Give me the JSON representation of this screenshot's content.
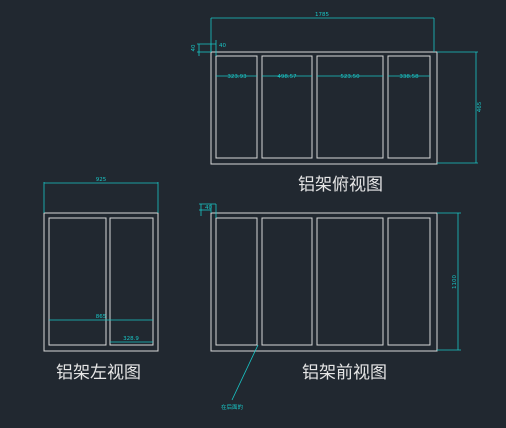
{
  "colors": {
    "background": "#212830",
    "frame": "#d8d8d8",
    "dimension": "#19c6c6",
    "title": "#e6e6e6"
  },
  "top_view": {
    "title": "铝架俯视图",
    "overall_width": "1785",
    "depth": "465",
    "offset_vertical": "40",
    "offset_horizontal": "40",
    "bay_widths": [
      "323.93",
      "498.57",
      "523.50",
      "338.58"
    ]
  },
  "front_view": {
    "title": "铝架前视图",
    "height": "1100",
    "offset": "40",
    "note": "在后面的"
  },
  "left_view": {
    "title": "铝架左视图",
    "overall_width": "925",
    "inner_width": "865",
    "bay_width": "328.9"
  }
}
